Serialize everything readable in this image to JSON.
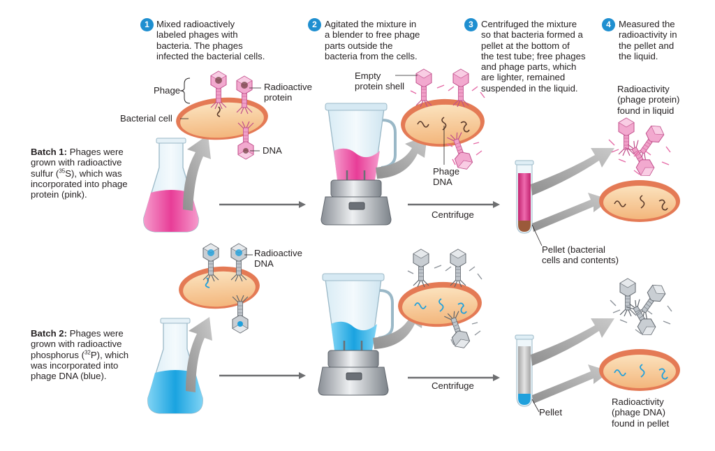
{
  "steps": [
    {
      "number": "1",
      "lines": [
        "Mixed radioactively",
        "labeled phages with",
        "bacteria. The phages",
        "infected the bacterial cells."
      ]
    },
    {
      "number": "2",
      "lines": [
        "Agitated the mixture in",
        "a blender to free phage",
        "parts outside the",
        "bacteria from the cells."
      ]
    },
    {
      "number": "3",
      "lines": [
        "Centrifuged the mixture",
        "so that bacteria formed a",
        "pellet at the bottom of",
        "the test tube; free phages",
        "and phage parts, which",
        "are lighter, remained",
        "suspended in the liquid."
      ]
    },
    {
      "number": "4",
      "lines": [
        "Measured the",
        "radioactivity in",
        "the pellet and",
        "the liquid."
      ]
    }
  ],
  "labels": {
    "phage": "Phage",
    "radioactive_protein": [
      "Radioactive",
      "protein"
    ],
    "bacterial_cell": "Bacterial cell",
    "dna": "DNA",
    "empty_shell": [
      "Empty",
      "protein shell"
    ],
    "phage_dna": [
      "Phage",
      "DNA"
    ],
    "centrifuge_1": "Centrifuge",
    "centrifuge_2": "Centrifuge",
    "pellet_1": [
      "Pellet (bacterial",
      "cells and contents)"
    ],
    "pellet_2": "Pellet",
    "radioactive_dna": [
      "Radioactive",
      "DNA"
    ],
    "result_1": [
      "Radioactivity",
      "(phage protein)",
      "found in liquid"
    ],
    "result_2": [
      "Radioactivity",
      "(phage DNA)",
      "found in pellet"
    ]
  },
  "batches": [
    {
      "title": "Batch 1:",
      "line1": " Phages were",
      "line2": "grown with radioactive",
      "line3_pre": "sulfur (",
      "isotope_mass": "35",
      "isotope_symbol": "S), which was",
      "line4": "incorporated into phage",
      "line5": "protein (pink)."
    },
    {
      "title": "Batch 2:",
      "line1": " Phages were",
      "line2": "grown with radioactive",
      "line3_pre": "phosphorus (",
      "isotope_mass": "32",
      "isotope_symbol": "P), which",
      "line4": "was incorporated into",
      "line5": "phage DNA (blue)."
    }
  ],
  "colors": {
    "batch1_label": "#e94d9b",
    "batch2_label": "#1ea4dc",
    "step_badge": "#1f8fd0",
    "cell_membrane": "#e47a55",
    "cell_cytoplasm": "#f6c58f",
    "arrow": "#9d9d9d"
  }
}
